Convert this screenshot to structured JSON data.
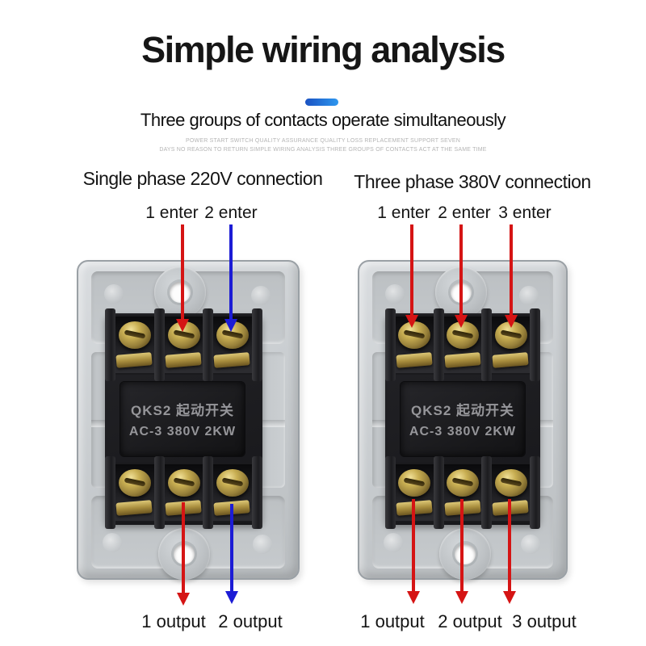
{
  "header": {
    "title": "Simple wiring analysis",
    "subtitle": "Three groups of contacts operate simultaneously",
    "fine_print_line1": "POWER START SWITCH QUALITY ASSURANCE QUALITY LOSS REPLACEMENT SUPPORT SEVEN",
    "fine_print_line2": "DAYS NO REASON TO RETURN SIMPLE WIRING ANALYSIS THREE GROUPS OF CONTACTS ACT AT THE SAME TIME",
    "accent_bar_colors": [
      "#1a52c2",
      "#2e97ef"
    ]
  },
  "sections": {
    "left": {
      "heading": "Single phase 220V connection",
      "inputs": [
        "1 enter",
        "2 enter"
      ],
      "outputs": [
        "1 output",
        "2 output"
      ],
      "input_arrow_colors": [
        "#d51414",
        "#1c1cd5"
      ],
      "output_arrow_colors": [
        "#d51414",
        "#1c1cd5"
      ]
    },
    "right": {
      "heading": "Three phase 380V connection",
      "inputs": [
        "1 enter",
        "2 enter",
        "3 enter"
      ],
      "outputs": [
        "1 output",
        "2 output",
        "3 output"
      ],
      "input_arrow_colors": [
        "#d51414",
        "#d51414",
        "#d51414"
      ],
      "output_arrow_colors": [
        "#d51414",
        "#d51414",
        "#d51414"
      ]
    }
  },
  "device_label": {
    "line1": "QKS2 起动开关",
    "line2": "AC-3 380V 2KW"
  }
}
